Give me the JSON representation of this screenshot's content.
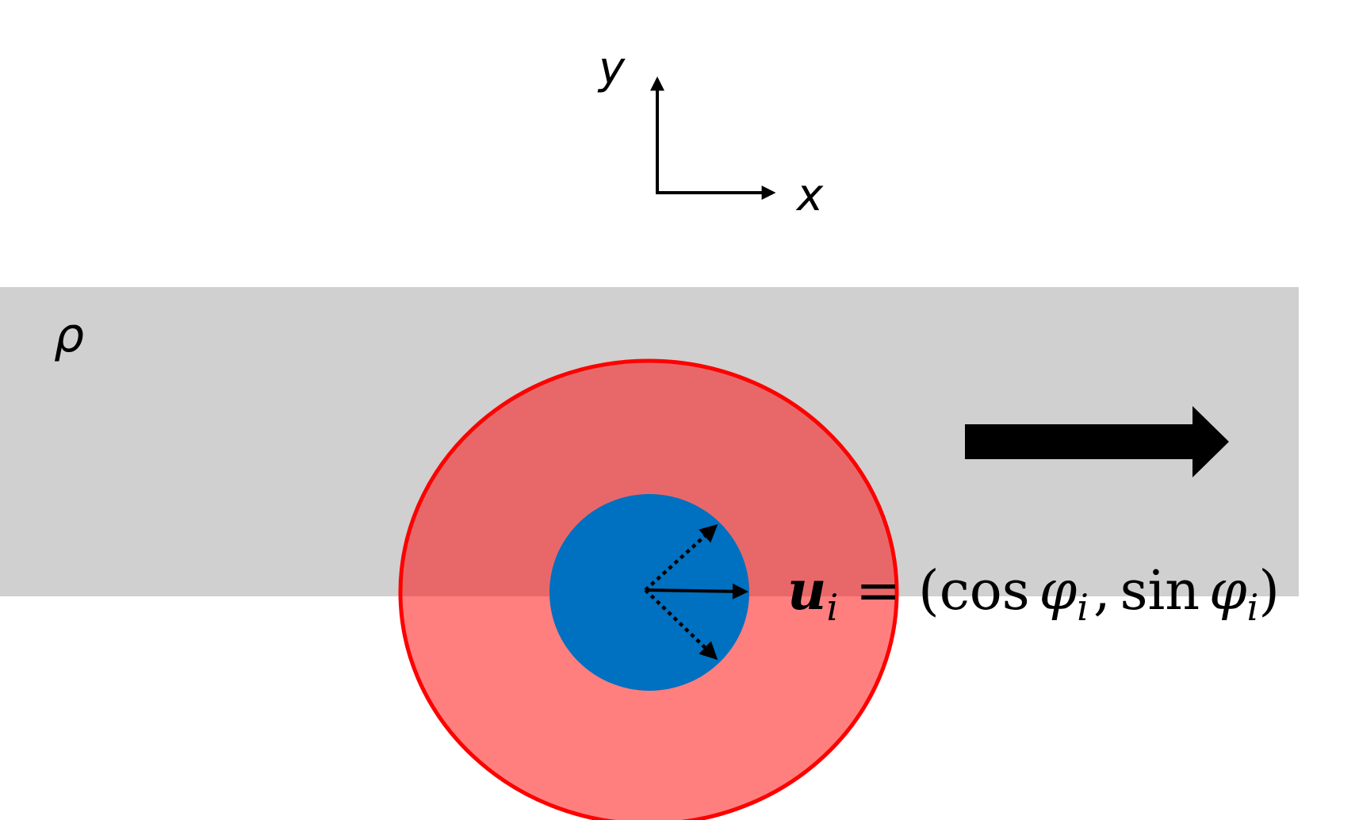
{
  "axes_labels": {
    "y": "y",
    "x": "x"
  },
  "density_label": "ρ",
  "equation": {
    "lhs_symbol": "u",
    "lhs_subscript": "i",
    "equals": "=",
    "open_paren": "(",
    "cos": "cos",
    "phi1": "φ",
    "phi1_subscript": "i",
    "comma": ",",
    "sin": "sin",
    "phi2": "φ",
    "phi2_subscript": "i",
    "close_paren": ")"
  },
  "colors": {
    "band": "#d0d0d0",
    "outer_disk_fill": "#ff7f7f",
    "outer_disk_overlap": "#e8686a",
    "outer_disk_stroke": "#ff0000",
    "inner_disk": "#0070c0",
    "arrow": "#000000"
  }
}
